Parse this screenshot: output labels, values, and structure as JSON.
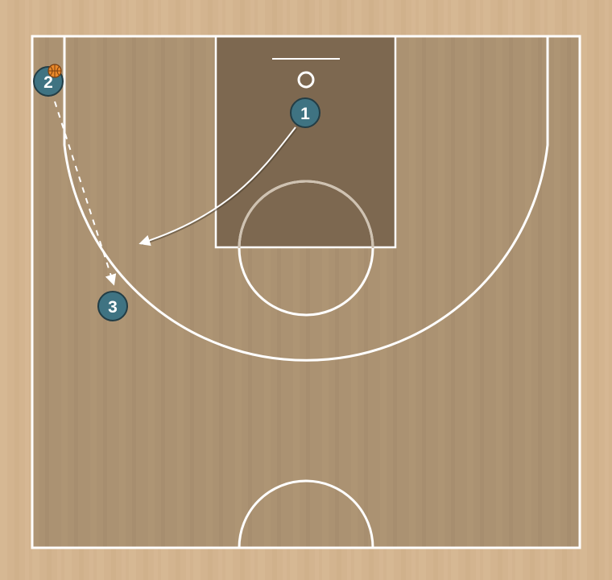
{
  "diagram": {
    "type": "basketball-half-court-play",
    "colors": {
      "outer_wood": "#d3b48f",
      "court_floor": "#ab9272",
      "paint": "#7d6850",
      "lines": "#ffffff",
      "player_fill": "#3f7382",
      "player_stroke": "#233d45",
      "player_text": "#ffffff",
      "ball": "#e9892a",
      "cut_line": "#ffffff"
    },
    "players": [
      {
        "id": "p1",
        "label": "1",
        "has_ball": false
      },
      {
        "id": "p2",
        "label": "2",
        "has_ball": true
      },
      {
        "id": "p3",
        "label": "3",
        "has_ball": false
      }
    ],
    "actions": [
      {
        "type": "cut",
        "style": "solid-arrow",
        "player": "1"
      },
      {
        "type": "dribble-or-pass",
        "style": "dashed-arrow",
        "from_player": "2",
        "to_player": "3"
      }
    ],
    "icons": {
      "ball": "basketball-icon"
    }
  }
}
